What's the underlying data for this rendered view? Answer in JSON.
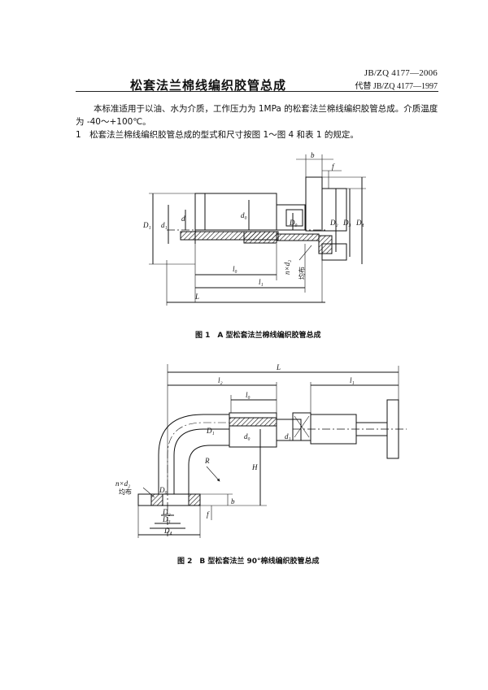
{
  "header": {
    "standard_number": "JB/ZQ 4177—2006",
    "replaces": "代替 JB/ZQ 4177—1997",
    "title": "松套法兰棉线编织胶管总成"
  },
  "body": {
    "intro": "本标准适用于以油、水为介质，工作压力为 1MPa 的松套法兰棉线编织胶管总成。介质温度为 -40～+100℃。",
    "clause_1": "1　松套法兰棉线编织胶管总成的型式和尺寸按图 1～图 4 和表 1 的规定。"
  },
  "figure1": {
    "caption": "图 1　A 型松套法兰棉线编织胶管总成",
    "labels": {
      "D1": "D₁",
      "d1": "d₁",
      "d": "d",
      "d0": "d₀",
      "D0": "D₀",
      "D2": "D₂",
      "D3": "D₃",
      "D4": "D₄",
      "b": "b",
      "f": "f",
      "l0": "l₀",
      "l1": "l₁",
      "L": "L",
      "holes": "n×d₂",
      "uniform": "均布"
    }
  },
  "figure2": {
    "caption": "图 2　B 型松套法兰 90°棉线编织胶管总成",
    "labels": {
      "L": "L",
      "l2": "l₂",
      "l0": "l₀",
      "l1": "l₁",
      "D1": "D₁",
      "d0": "d₀",
      "d1": "d₁",
      "R": "R",
      "H": "H",
      "b": "b",
      "f": "f",
      "D0": "D₀",
      "D2": "D₂",
      "D3": "D₃",
      "D4": "D₄",
      "holes": "n×d₂",
      "uniform": "均布"
    }
  }
}
